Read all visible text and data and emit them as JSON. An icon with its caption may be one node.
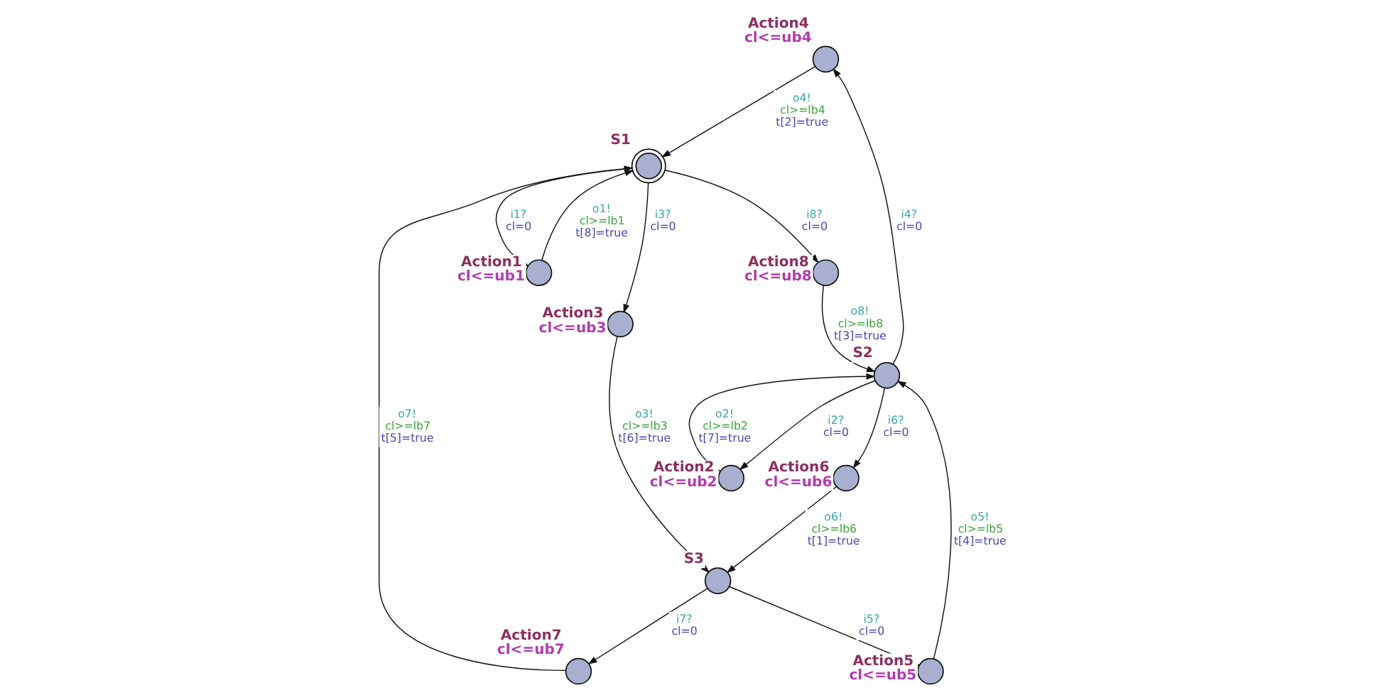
{
  "diagram": {
    "nodes": [
      {
        "text": [
          "Action4",
          "cl<=ub4"
        ]
      },
      {
        "text": [
          "Action1",
          "cl<=ub1"
        ]
      },
      {
        "text": [
          "S1"
        ]
      },
      {
        "text": [
          "Action8",
          "cl<=ub8"
        ]
      },
      {
        "text": [
          "S2"
        ]
      },
      {
        "text": [
          "Action2",
          "cl<=ub2"
        ]
      },
      {
        "text": [
          "Action3",
          "cl<=ub3"
        ]
      },
      {
        "text": [
          "Action6",
          "cl<=ub6"
        ]
      },
      {
        "text": [
          "Action7",
          "cl<=ub7"
        ]
      },
      {
        "text": [
          "S3"
        ]
      },
      {
        "text": [
          "Action5",
          "cl<=ub5"
        ]
      }
    ],
    "edges": [
      {
        "from": 1,
        "to": 2,
        "arrow": "to",
        "label": "o1! cl>=lb1 t[8]=true"
      },
      {
        "from": 2,
        "to": 1,
        "arrow": "to",
        "label": "i1? cl=0"
      },
      {
        "from": 0,
        "to": 2,
        "arrow": "to",
        "label": "o4! cl>=lb4 t[2]=true"
      },
      {
        "from": 4,
        "to": 0,
        "arrow": "to",
        "label": "i4? cl=0"
      },
      {
        "from": 2,
        "to": 3,
        "arrow": "to",
        "label": "i8? cl=0"
      },
      {
        "from": 3,
        "to": 4,
        "arrow": "to",
        "label": "o8! cl>=lb8 t[3]=true"
      },
      {
        "from": 5,
        "to": 4,
        "arrow": "to",
        "label": "o2! cl>=lb2 t[7]=true"
      },
      {
        "from": 4,
        "to": 5,
        "arrow": "to",
        "label": "i2? cl=0"
      },
      {
        "from": 2,
        "to": 6,
        "arrow": "to",
        "label": "i3? cl=0"
      },
      {
        "from": 4,
        "to": 7,
        "arrow": "to",
        "label": "i6? cl=0"
      },
      {
        "from": 8,
        "to": 2,
        "arrow": "to",
        "label": "o7! cl>=lb7 t[5]=true"
      },
      {
        "from": 6,
        "to": 9,
        "arrow": "to",
        "label": "o3! cl>=lb3 t[6]=true"
      },
      {
        "from": 7,
        "to": 9,
        "arrow": "to",
        "label": "o6! cl>=lb6 t[1]=true"
      },
      {
        "from": 10,
        "to": 4,
        "arrow": "to",
        "label": "o5! cl>=lb5 t[4]=true"
      },
      {
        "from": 9,
        "to": 8,
        "arrow": "to",
        "label": "i7? cl=0"
      },
      {
        "from": 9,
        "to": 10,
        "arrow": "to",
        "label": "i5? cl=0"
      }
    ]
  }
}
